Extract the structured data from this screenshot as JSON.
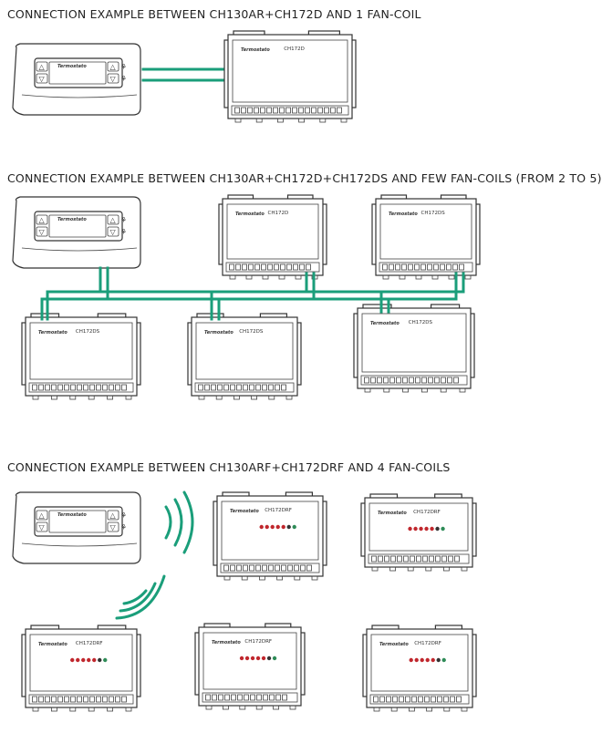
{
  "sections": [
    {
      "title": "CONNECTION EXAMPLE BETWEEN CH130AR+CH172D AND 1 FAN-COIL"
    },
    {
      "title": "CONNECTION EXAMPLE BETWEEN CH130AR+CH172D+CH172DS AND FEW FAN-COILS (FROM 2 TO 5)"
    },
    {
      "title": "CONNECTION EXAMPLE BETWEEN CH130ARF+CH172DRF AND 4 FAN-COILS"
    }
  ],
  "brand": "Termostato",
  "models": {
    "d": "CH172D",
    "ds": "CH172DS",
    "drf": "CH172DRF"
  },
  "colors": {
    "wire": "#1a9e7a",
    "led_red": "#c0272d",
    "led_green": "#2e8b57",
    "led_dark": "#333333"
  },
  "icons": {
    "up": "triangle-up-icon",
    "down": "triangle-down-icon",
    "fan": "fan-icon"
  }
}
